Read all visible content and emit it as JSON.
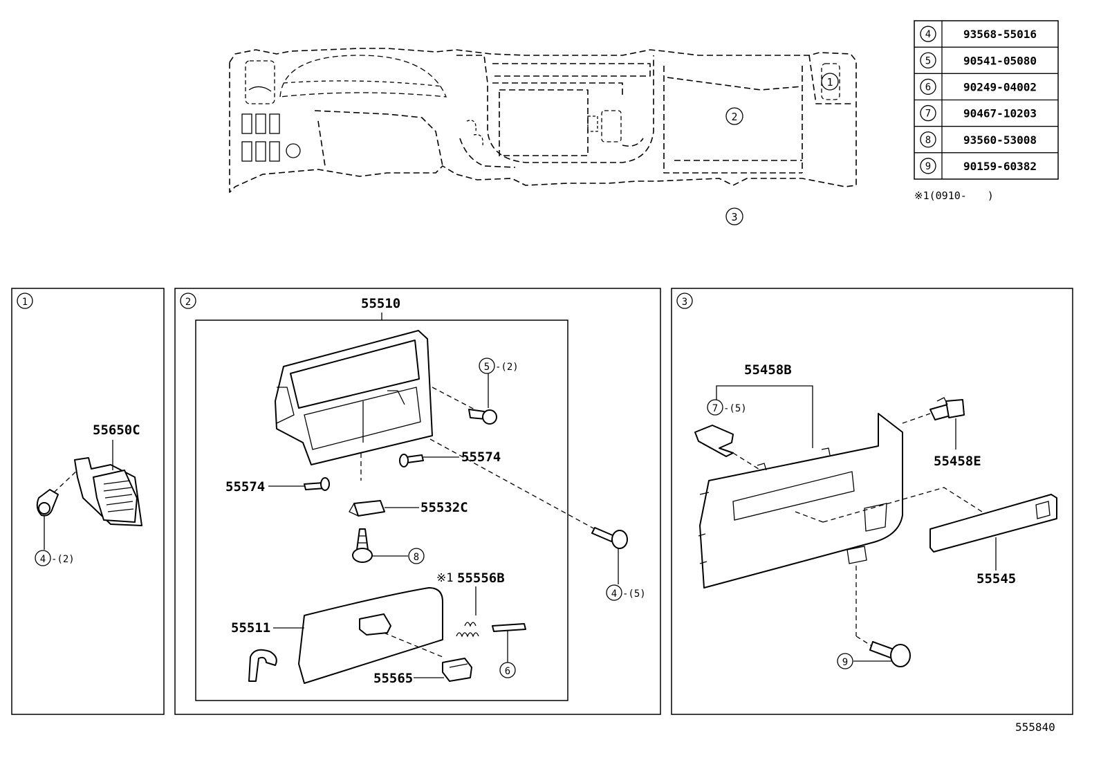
{
  "ref_table": [
    {
      "key": "4",
      "part": "93568-55016"
    },
    {
      "key": "5",
      "part": "90541-05080"
    },
    {
      "key": "6",
      "part": "90249-04002"
    },
    {
      "key": "7",
      "part": "90467-10203"
    },
    {
      "key": "8",
      "part": "93560-53008"
    },
    {
      "key": "9",
      "part": "90159-60382"
    }
  ],
  "footnote": "※1(0910-　　)",
  "overview": {
    "callout_1": "1",
    "callout_2": "2",
    "callout_3": "3"
  },
  "panel_1": {
    "tag": "1",
    "label_55650C": "55650C",
    "bolt_key": "4",
    "bolt_qty": "-(2)"
  },
  "panel_2": {
    "tag": "2",
    "label_55510": "55510",
    "screw_key": "5",
    "screw_qty": "-(2)",
    "label_55574_right": "55574",
    "label_55574_left": "55574",
    "label_55532C": "55532C",
    "clip_key": "8",
    "label_55556B_mark": "※1",
    "label_55556B": "55556B",
    "label_55511": "55511",
    "label_55565": "55565",
    "pin_key": "6",
    "bolt_key": "4",
    "bolt_qty": "-(5)"
  },
  "panel_3": {
    "tag": "3",
    "label_55458B": "55458B",
    "clip_key": "7",
    "clip_qty": "-(5)",
    "label_55458E": "55458E",
    "label_55545": "55545",
    "bolt_key": "9"
  },
  "diagram_id": "555840"
}
